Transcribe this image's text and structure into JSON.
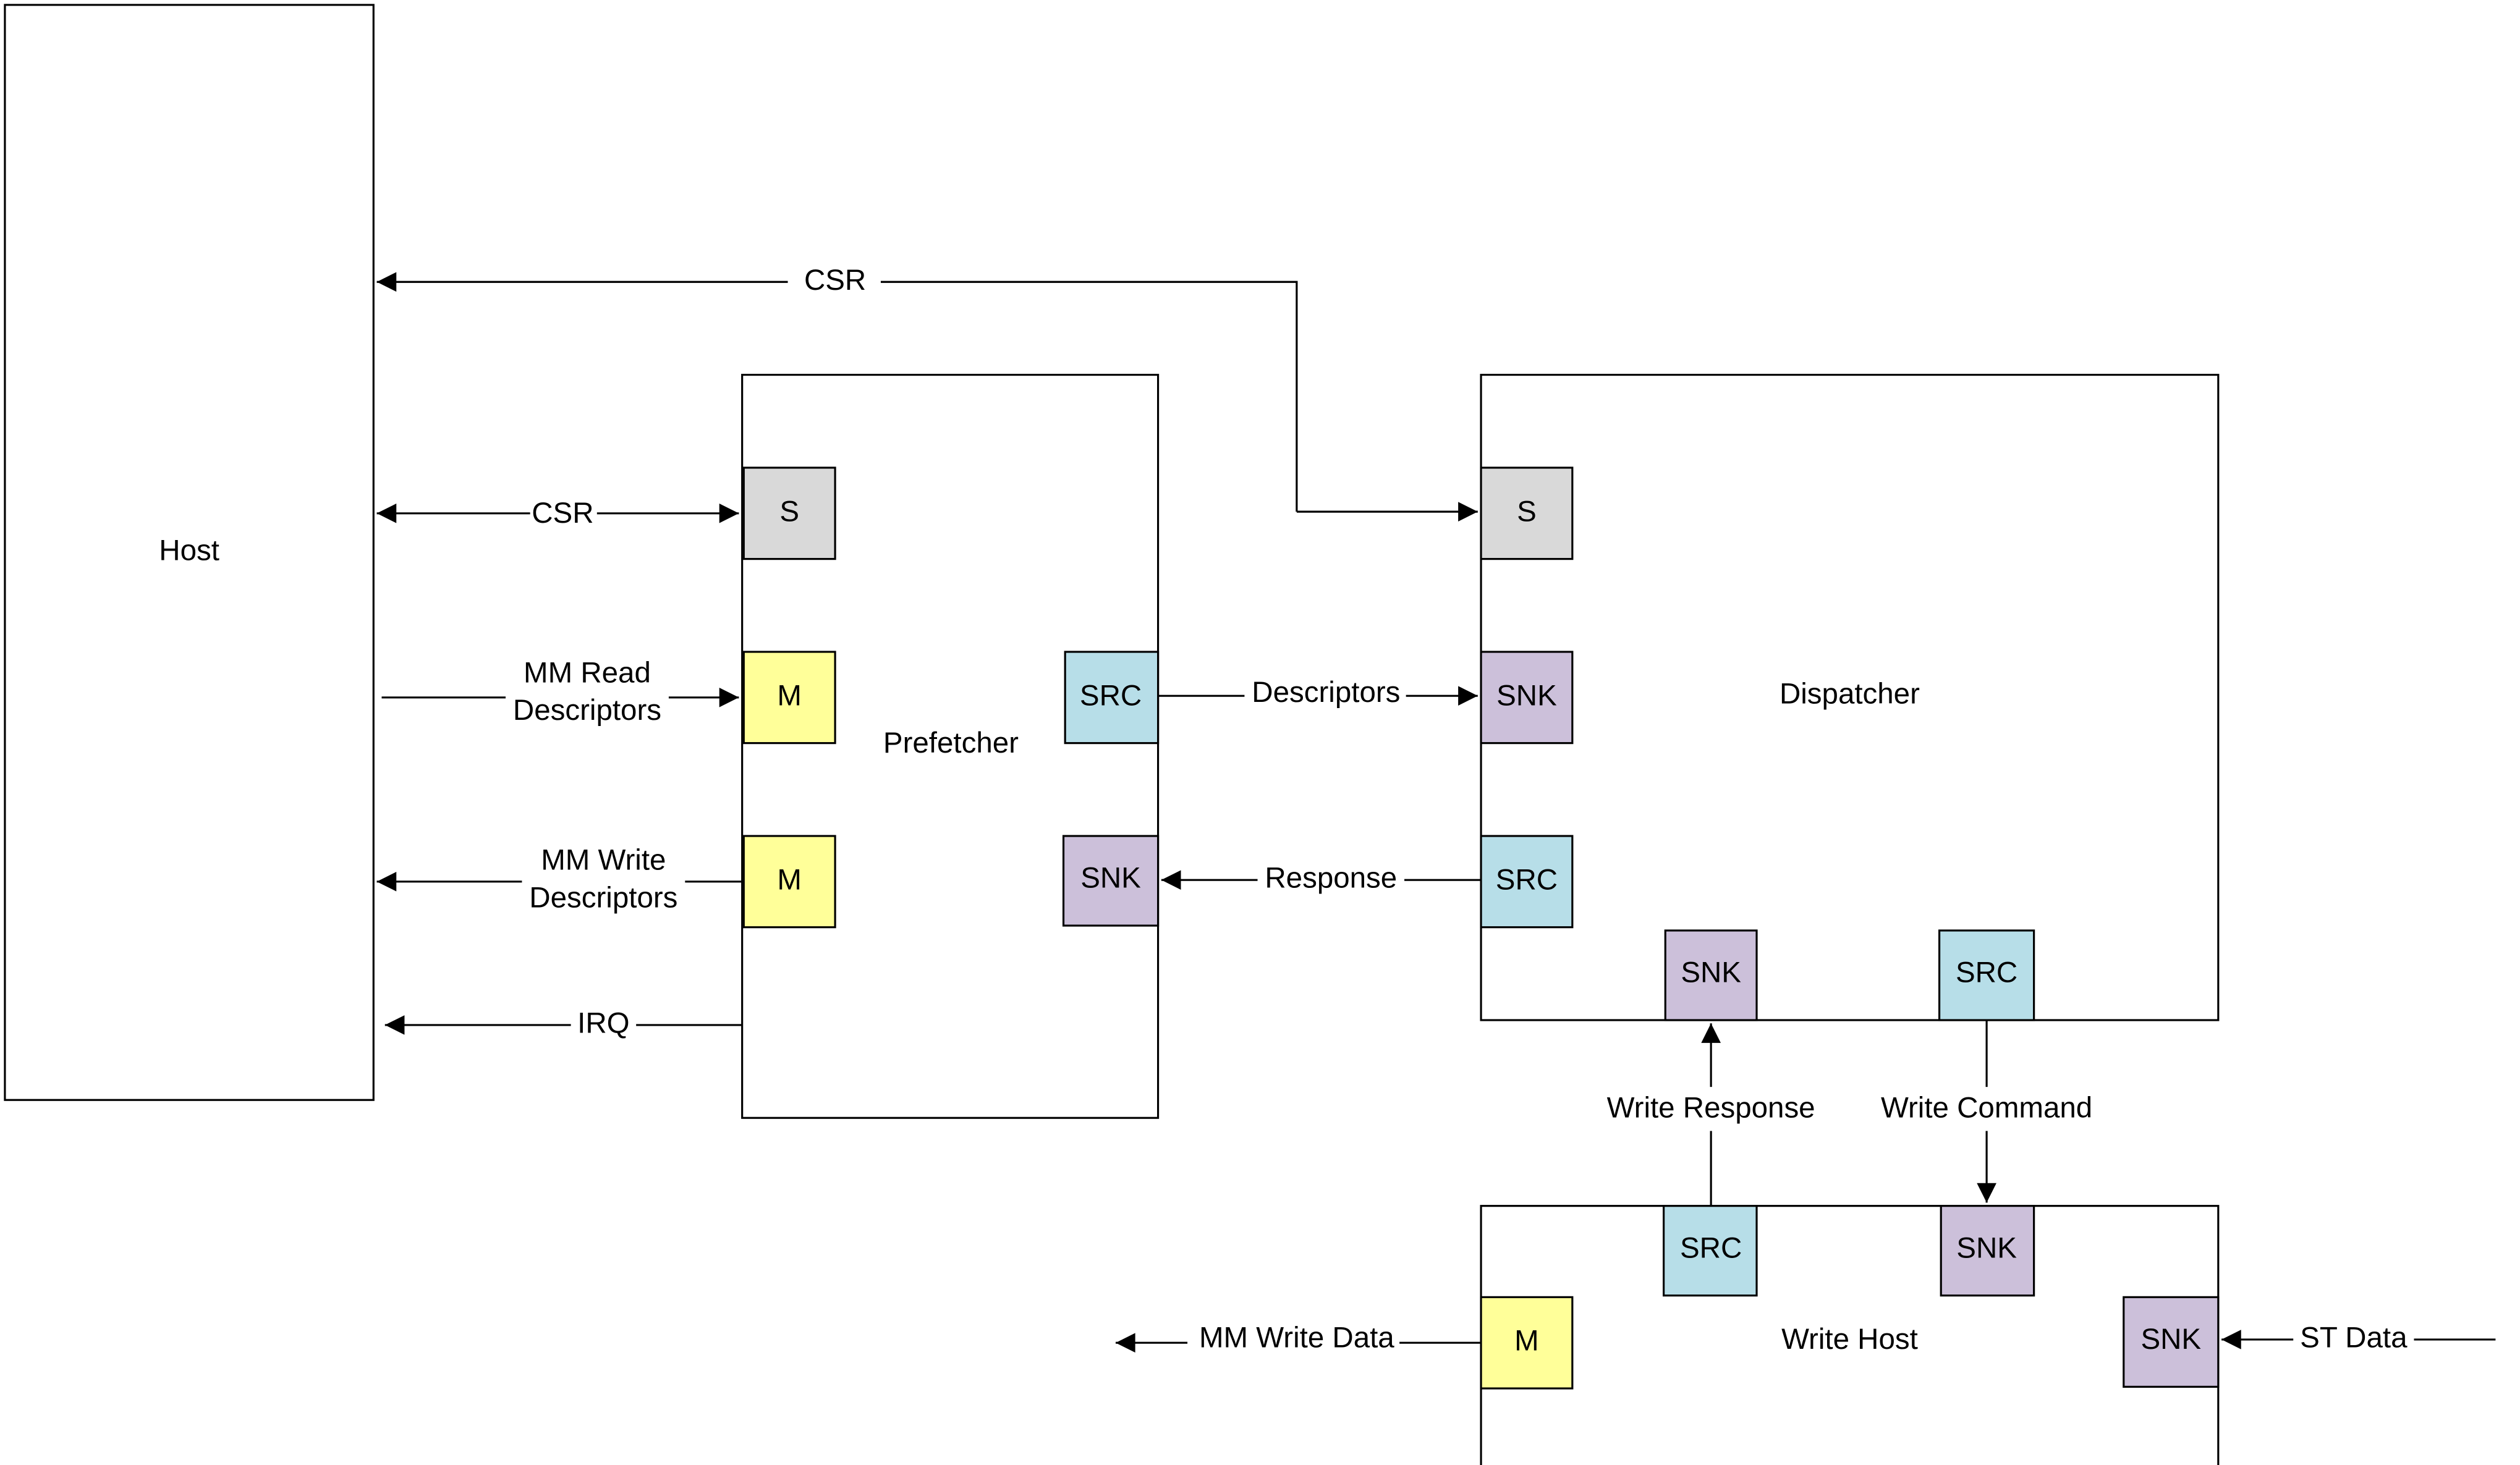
{
  "blocks": {
    "host": "Host",
    "prefetcher": "Prefetcher",
    "dispatcher": "Dispatcher",
    "write_host": "Write Host"
  },
  "ports": {
    "prefetcher_csr": "S",
    "prefetcher_read_master": "M",
    "prefetcher_write_master": "M",
    "prefetcher_src": "SRC",
    "prefetcher_snk": "SNK",
    "dispatcher_csr": "S",
    "dispatcher_snk": "SNK",
    "dispatcher_src": "SRC",
    "dispatcher_resp_snk": "SNK",
    "dispatcher_cmd_src": "SRC",
    "writehost_src": "SRC",
    "writehost_snk": "SNK",
    "writehost_master": "M",
    "writehost_st_snk": "SNK"
  },
  "signals": {
    "csr_dispatcher": "CSR",
    "csr_prefetcher": "CSR",
    "mm_read_desc_1": "MM Read",
    "mm_read_desc_2": "Descriptors",
    "mm_write_desc_1": "MM Write",
    "mm_write_desc_2": "Descriptors",
    "irq": "IRQ",
    "descriptors": "Descriptors",
    "response": "Response",
    "write_response": "Write Response",
    "write_command": "Write Command",
    "mm_write_data": "MM Write Data",
    "st_data": "ST Data"
  },
  "colors": {
    "slave": "#D9D9D9",
    "master": "#FFFF99",
    "source": "#B7DEE8",
    "sink": "#CCC0DA"
  }
}
